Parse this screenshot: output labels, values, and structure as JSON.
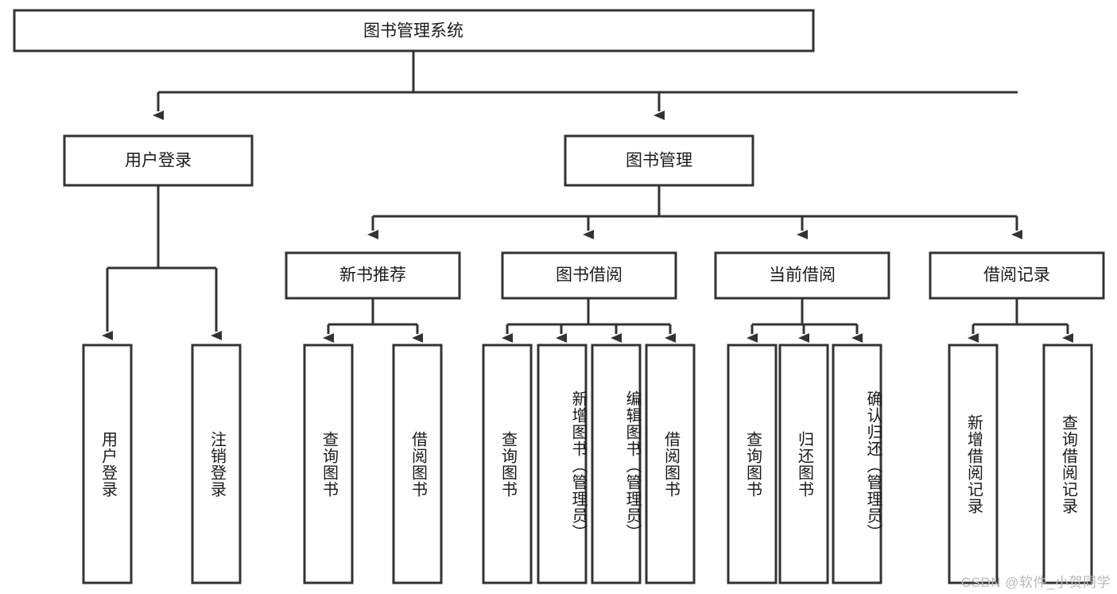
{
  "diagram": {
    "type": "tree-hierarchy",
    "root": {
      "label": "图书管理系统"
    },
    "level1": [
      {
        "label": "用户登录"
      },
      {
        "label": "图书管理"
      }
    ],
    "level2": [
      {
        "label": "新书推荐"
      },
      {
        "label": "图书借阅"
      },
      {
        "label": "当前借阅"
      },
      {
        "label": "借阅记录"
      }
    ],
    "leaves": {
      "user_login": [
        {
          "label": "用户登录"
        },
        {
          "label": "注销登录"
        }
      ],
      "new_book_recommend": [
        {
          "label": "查询图书"
        },
        {
          "label": "借阅图书"
        }
      ],
      "book_borrow": [
        {
          "label": "查询图书"
        },
        {
          "label": "新增图书（管理员）"
        },
        {
          "label": "编辑图书（管理员）"
        },
        {
          "label": "借阅图书"
        }
      ],
      "current_borrow": [
        {
          "label": "查询图书"
        },
        {
          "label": "归还图书"
        },
        {
          "label": "确认归还（管理员）"
        }
      ],
      "borrow_record": [
        {
          "label": "新增借阅记录"
        },
        {
          "label": "查询借阅记录"
        }
      ]
    }
  },
  "watermark": {
    "text": "CSDN @软件_小贺同学"
  },
  "colors": {
    "background": "#ffffff",
    "box_fill": "#ffffff",
    "box_stroke": "#333333",
    "text": "#1a1a1a",
    "watermark": "#b9b9b9"
  }
}
